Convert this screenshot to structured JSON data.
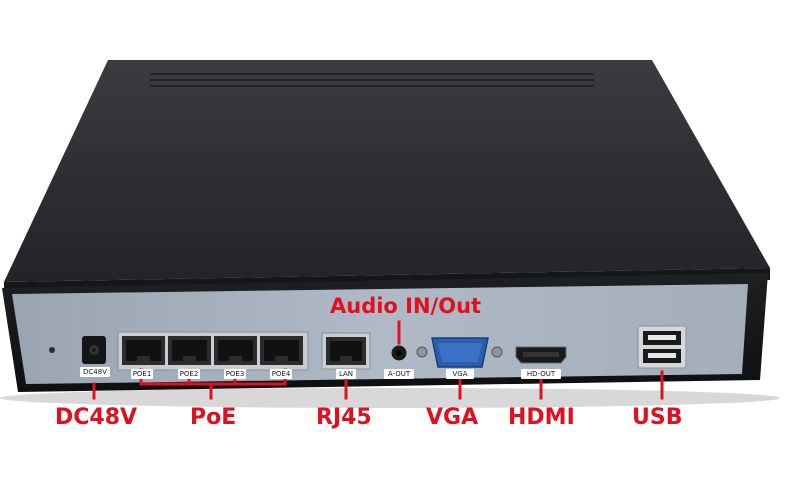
{
  "product_labels": {
    "audio": "Audio IN/Out",
    "dc": "DC48V",
    "poe": "PoE",
    "rj45": "RJ45",
    "vga": "VGA",
    "hdmi": "HDMI",
    "usb": "USB"
  },
  "panel_silkscreen": {
    "dc": "DC48V",
    "poe_ports": [
      "POE1",
      "POE2",
      "POE3",
      "POE4"
    ],
    "lan": "LAN",
    "audio_out": "A-OUT",
    "vga": "VGA",
    "hdmi": "HD-OUT"
  },
  "colors": {
    "label_red": "#e0101e",
    "chassis_top": "#2b2d30",
    "rear_panel": "#a9b3c0",
    "background": "#ffffff"
  }
}
